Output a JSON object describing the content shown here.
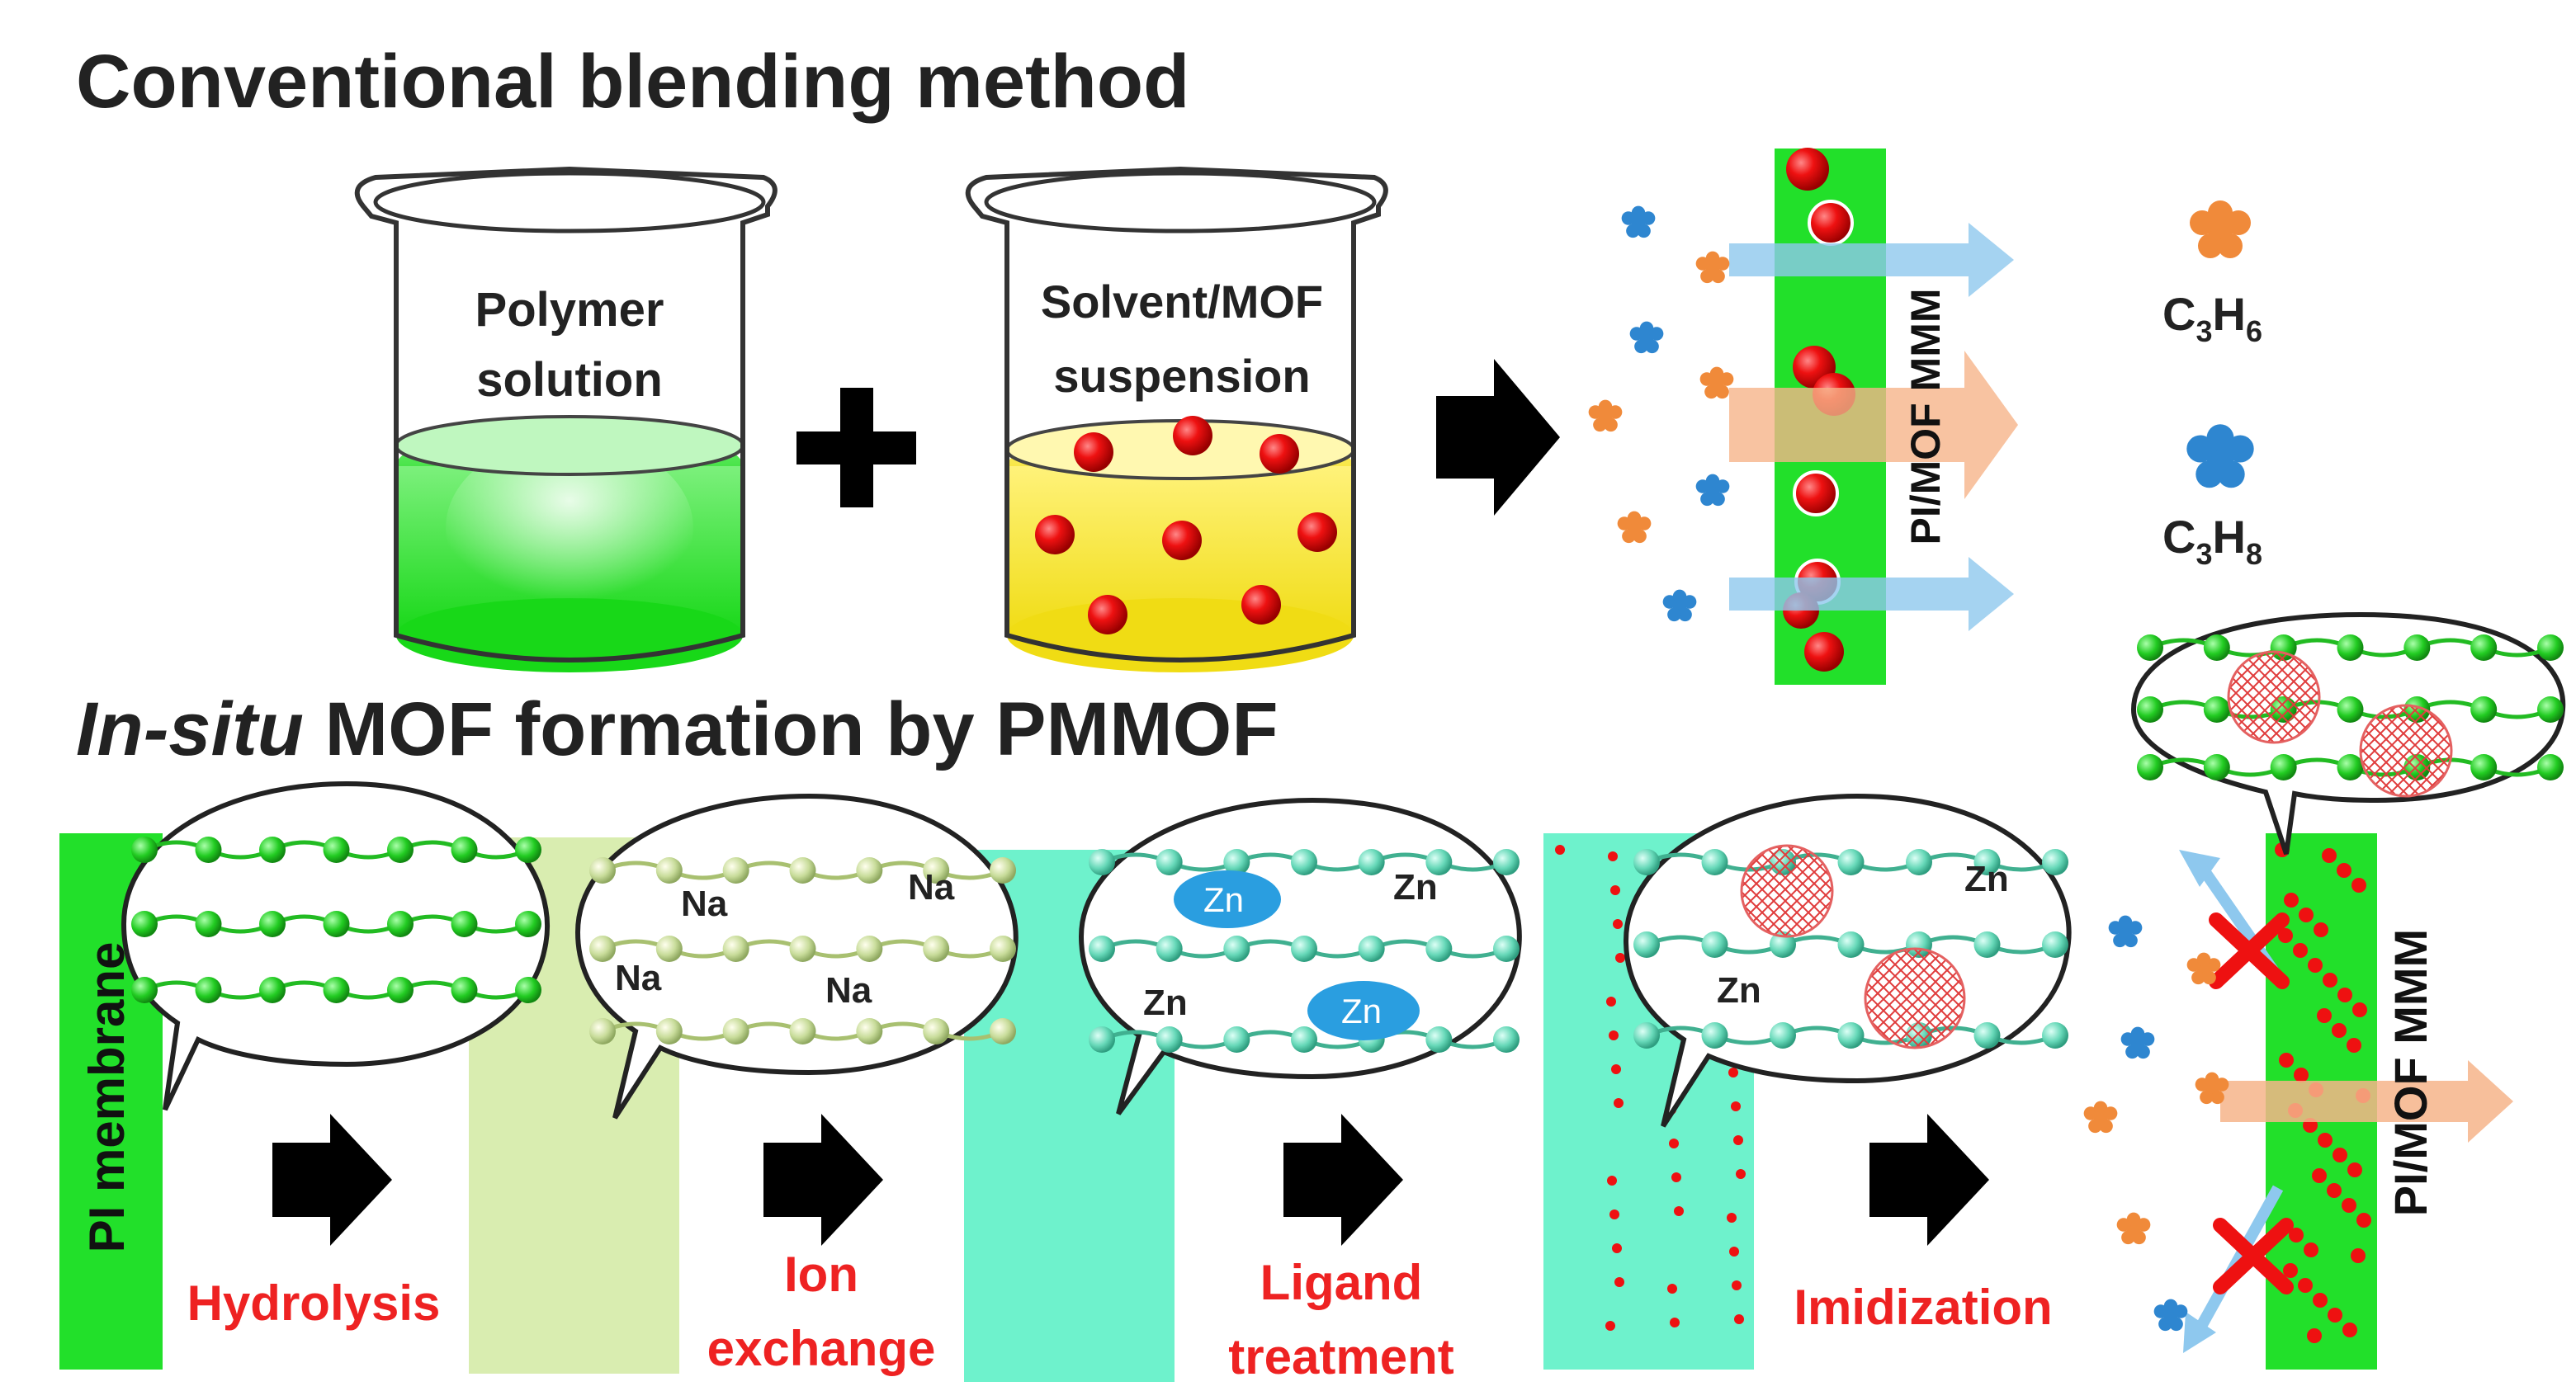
{
  "titles": {
    "top": "Conventional blending method",
    "bottom_italic": "In-situ",
    "bottom_rest": " MOF formation by PMMOF"
  },
  "beakers": [
    {
      "label_line1": "Polymer",
      "label_line2": "solution"
    },
    {
      "label_line1": "Solvent/MOF",
      "label_line2": "suspension"
    }
  ],
  "membrane_labels": {
    "top": "PI/MOF MMM",
    "bottom": "PI/MOF MMM",
    "first": "PI membrane"
  },
  "legend": {
    "propylene": {
      "base": "C",
      "sub1": "3",
      "mid": "H",
      "sub2": "6"
    },
    "propane": {
      "base": "C",
      "sub1": "3",
      "mid": "H",
      "sub2": "8"
    }
  },
  "steps": [
    {
      "line1": "Hydrolysis",
      "line2": ""
    },
    {
      "line1": "Ion",
      "line2": "exchange"
    },
    {
      "line1": "Ligand",
      "line2": "treatment"
    },
    {
      "line1": "Imidization",
      "line2": ""
    }
  ],
  "ions": {
    "na": "Na",
    "zn": "Zn"
  },
  "colors": {
    "green": "#22e02a",
    "pale_green": "#d9edb0",
    "teal": "#6ef2cc",
    "red_dot": "#ee1111",
    "propylene": "#f08a3a",
    "propane": "#2e86d0",
    "step_text": "#ee2222",
    "arrow": "#000000",
    "flow_blue": "#8ec8ee",
    "flow_orange": "#f6b48a",
    "block_x": "#ee1111",
    "zn_blob": "#2a9ee0"
  }
}
